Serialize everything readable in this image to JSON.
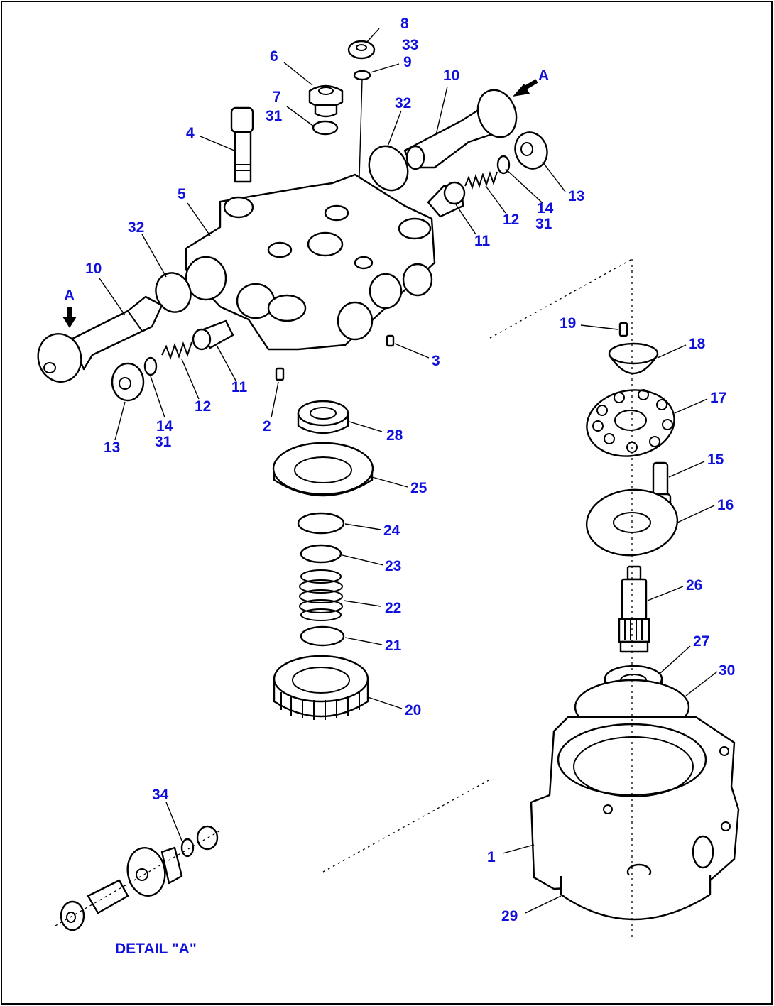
{
  "callouts": [
    {
      "id": "p1",
      "text": "1"
    },
    {
      "id": "p2",
      "text": "2"
    },
    {
      "id": "p3",
      "text": "3"
    },
    {
      "id": "p4",
      "text": "4"
    },
    {
      "id": "p5",
      "text": "5"
    },
    {
      "id": "p6",
      "text": "6"
    },
    {
      "id": "p7",
      "text": "7"
    },
    {
      "id": "p31a",
      "text": "31"
    },
    {
      "id": "p8",
      "text": "8"
    },
    {
      "id": "p33",
      "text": "33"
    },
    {
      "id": "p9",
      "text": "9"
    },
    {
      "id": "p10a",
      "text": "10"
    },
    {
      "id": "p10b",
      "text": "10"
    },
    {
      "id": "p32a",
      "text": "32"
    },
    {
      "id": "p32b",
      "text": "32"
    },
    {
      "id": "p13a",
      "text": "13"
    },
    {
      "id": "p13b",
      "text": "13"
    },
    {
      "id": "p14a",
      "text": "14"
    },
    {
      "id": "p31b",
      "text": "31"
    },
    {
      "id": "p14b",
      "text": "14"
    },
    {
      "id": "p31c",
      "text": "31"
    },
    {
      "id": "p12a",
      "text": "12"
    },
    {
      "id": "p12b",
      "text": "12"
    },
    {
      "id": "p11a",
      "text": "11"
    },
    {
      "id": "p11b",
      "text": "11"
    },
    {
      "id": "p15",
      "text": "15"
    },
    {
      "id": "p16",
      "text": "16"
    },
    {
      "id": "p17",
      "text": "17"
    },
    {
      "id": "p18",
      "text": "18"
    },
    {
      "id": "p19",
      "text": "19"
    },
    {
      "id": "p20",
      "text": "20"
    },
    {
      "id": "p21",
      "text": "21"
    },
    {
      "id": "p22",
      "text": "22"
    },
    {
      "id": "p23",
      "text": "23"
    },
    {
      "id": "p24",
      "text": "24"
    },
    {
      "id": "p25",
      "text": "25"
    },
    {
      "id": "p26",
      "text": "26"
    },
    {
      "id": "p27",
      "text": "27"
    },
    {
      "id": "p28",
      "text": "28"
    },
    {
      "id": "p29",
      "text": "29"
    },
    {
      "id": "p30",
      "text": "30"
    },
    {
      "id": "p34",
      "text": "34"
    }
  ],
  "view_markers": [
    {
      "id": "arrowA1",
      "text": "A"
    },
    {
      "id": "arrowA2",
      "text": "A"
    }
  ],
  "detail_caption": "DETAIL \"A\""
}
